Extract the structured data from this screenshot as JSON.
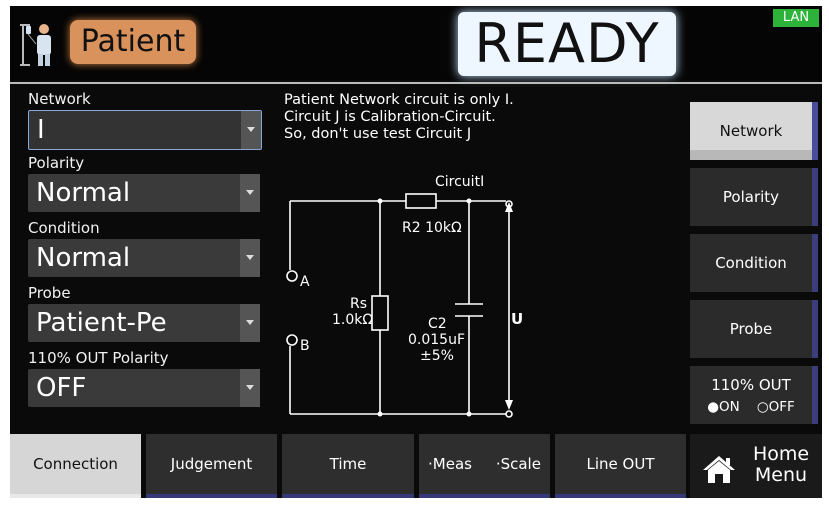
{
  "header": {
    "mode_label": "Patient",
    "status": "READY",
    "lan_label": "LAN"
  },
  "settings": [
    {
      "label": "Network",
      "value": "I"
    },
    {
      "label": "Polarity",
      "value": "Normal"
    },
    {
      "label": "Condition",
      "value": "Normal"
    },
    {
      "label": "Probe",
      "value": "Patient-Pe"
    },
    {
      "label": "110% OUT Polarity",
      "value": "OFF"
    }
  ],
  "info_lines": [
    "Patient Network circuit is only I.",
    "Circuit J is Calibration-Circuit.",
    "So, don't use test Circuit J"
  ],
  "circuit": {
    "title": "CircuitI",
    "r2": "R2 10kΩ",
    "rs_name": "Rs",
    "rs_value": "1.0kΩ",
    "c2_name": "C2",
    "c2_value": "0.015uF",
    "c2_tol": "±5%",
    "terminal_a": "A",
    "terminal_b": "B",
    "output": "U"
  },
  "side_menu": {
    "network": "Network",
    "polarity": "Polarity",
    "condition": "Condition",
    "probe": "Probe",
    "out110_title": "110% OUT",
    "out110_on": "ON",
    "out110_off": "OFF"
  },
  "tabs": {
    "connection": "Connection",
    "judgement": "Judgement",
    "time": "Time",
    "meas": "·Meas",
    "scale": "·Scale",
    "lineout": "Line OUT"
  },
  "home": {
    "line1": "Home",
    "line2": "Menu"
  },
  "colors": {
    "patient_badge": "#d9925b",
    "ready_box": "#eef7ff",
    "lan_badge": "#2db33a",
    "accent_bar": "#3b3e7a"
  }
}
